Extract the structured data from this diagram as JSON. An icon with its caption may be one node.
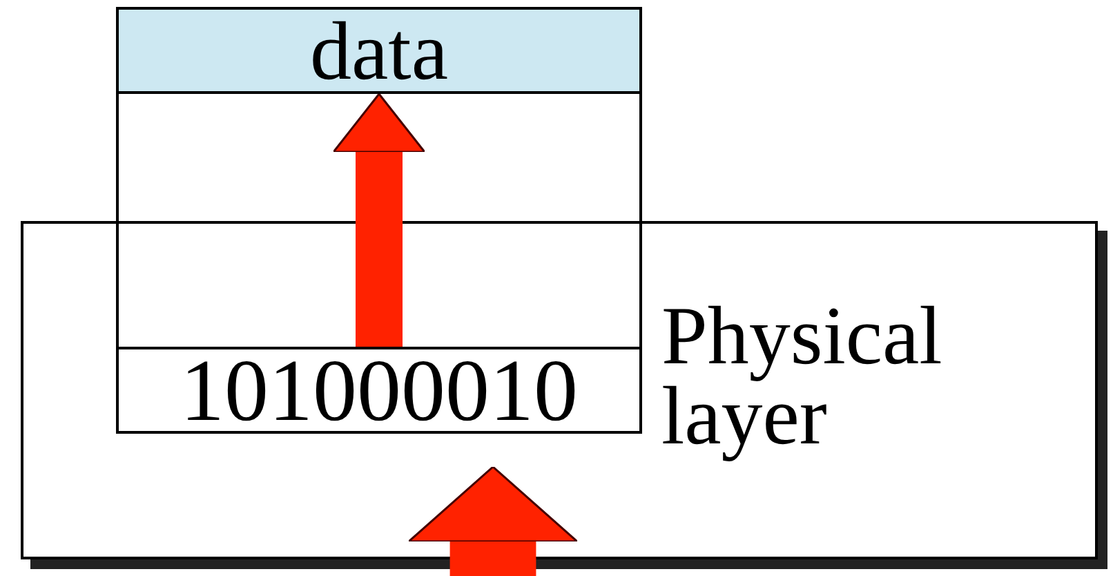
{
  "diagram": {
    "nodes": [
      {
        "text": [
          "Physical layer"
        ]
      },
      {
        "text": [],
        "shape": "box"
      },
      {
        "text": [
          "data"
        ],
        "in": 1
      },
      {
        "text": [
          "101000010"
        ],
        "in": 0
      }
    ],
    "edges": [
      {
        "from": 3,
        "to": 2,
        "arrow": "to"
      },
      {
        "from": null,
        "to": 0,
        "arrow": "to",
        "style": "thick"
      }
    ]
  }
}
